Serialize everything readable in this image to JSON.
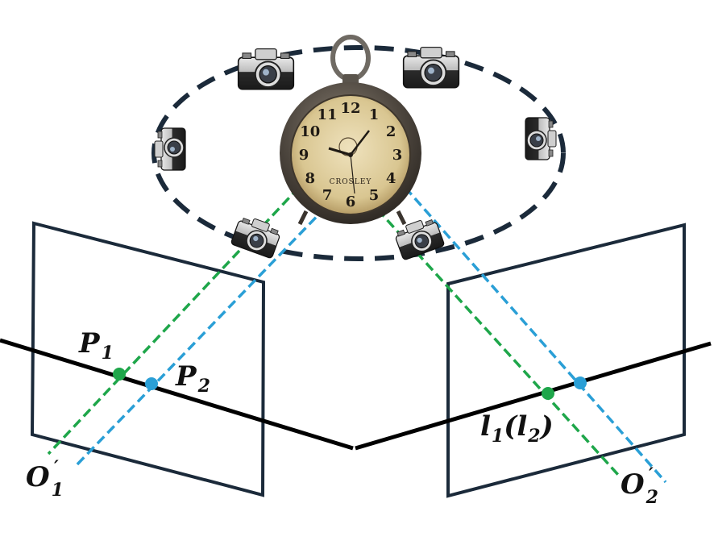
{
  "labels": {
    "p1": {
      "main": "P",
      "sub": "1"
    },
    "p2": {
      "main": "P",
      "sub": "2"
    },
    "o1": {
      "main": "O",
      "sub": "1",
      "prime": "′"
    },
    "o2": {
      "main": "O",
      "sub": "2",
      "prime": "′"
    },
    "l1": {
      "main": "l",
      "sub": "1",
      "open": "(",
      "main2": "l",
      "sub2": "2",
      "close": ")"
    }
  },
  "clock": {
    "numerals": [
      "12",
      "1",
      "2",
      "3",
      "4",
      "5",
      "6",
      "7",
      "8",
      "9",
      "10",
      "11"
    ],
    "brand": "CROSLEY"
  },
  "colors": {
    "green": "#1ea64a",
    "blue": "#2a9fd6",
    "dark": "#1b2a3a",
    "line": "#000000"
  },
  "icons": [
    "camera-icon",
    "alarm-clock-icon"
  ]
}
